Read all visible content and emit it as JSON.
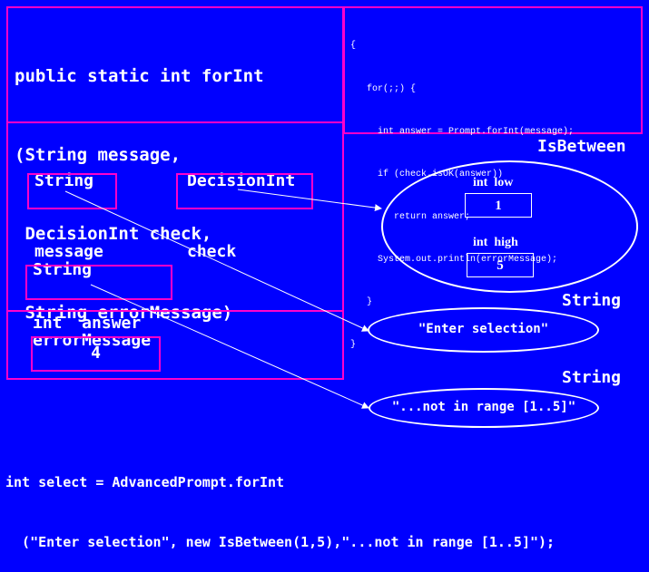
{
  "method": {
    "signature_lines": [
      "public static int forInt",
      "(String message,",
      " DecisionInt check,",
      " String errorMessage)"
    ],
    "body_lines": [
      "{",
      "   for(;;) {",
      "     int answer = Prompt.forInt(message);",
      "     if (check.isOK(answer))",
      "        return answer;",
      "     System.out.println(errorMessage);",
      "   }",
      "}"
    ]
  },
  "params": {
    "message_label": [
      "String",
      "message"
    ],
    "check_label": [
      "DecisionInt",
      "check"
    ],
    "error_label": [
      "String",
      "errorMessage"
    ]
  },
  "local": {
    "label": "int  answer",
    "value": "4"
  },
  "heap": {
    "isbetween": {
      "type": "IsBetween",
      "low_label": "int  low",
      "low_value": "1",
      "high_label": "int  high",
      "high_value": "5"
    },
    "string1": {
      "type": "String",
      "value": "\"Enter selection\""
    },
    "string2": {
      "type": "String",
      "value": "\"...not in range [1..5]\""
    }
  },
  "call_lines": [
    "int select = AdvancedPrompt.forInt",
    "  (\"Enter selection\", new IsBetween(1,5),\"...not in range [1..5]\");"
  ],
  "colors": {
    "background": "#0000ff",
    "frame_border": "#ff00cc",
    "text": "#ffffff"
  }
}
